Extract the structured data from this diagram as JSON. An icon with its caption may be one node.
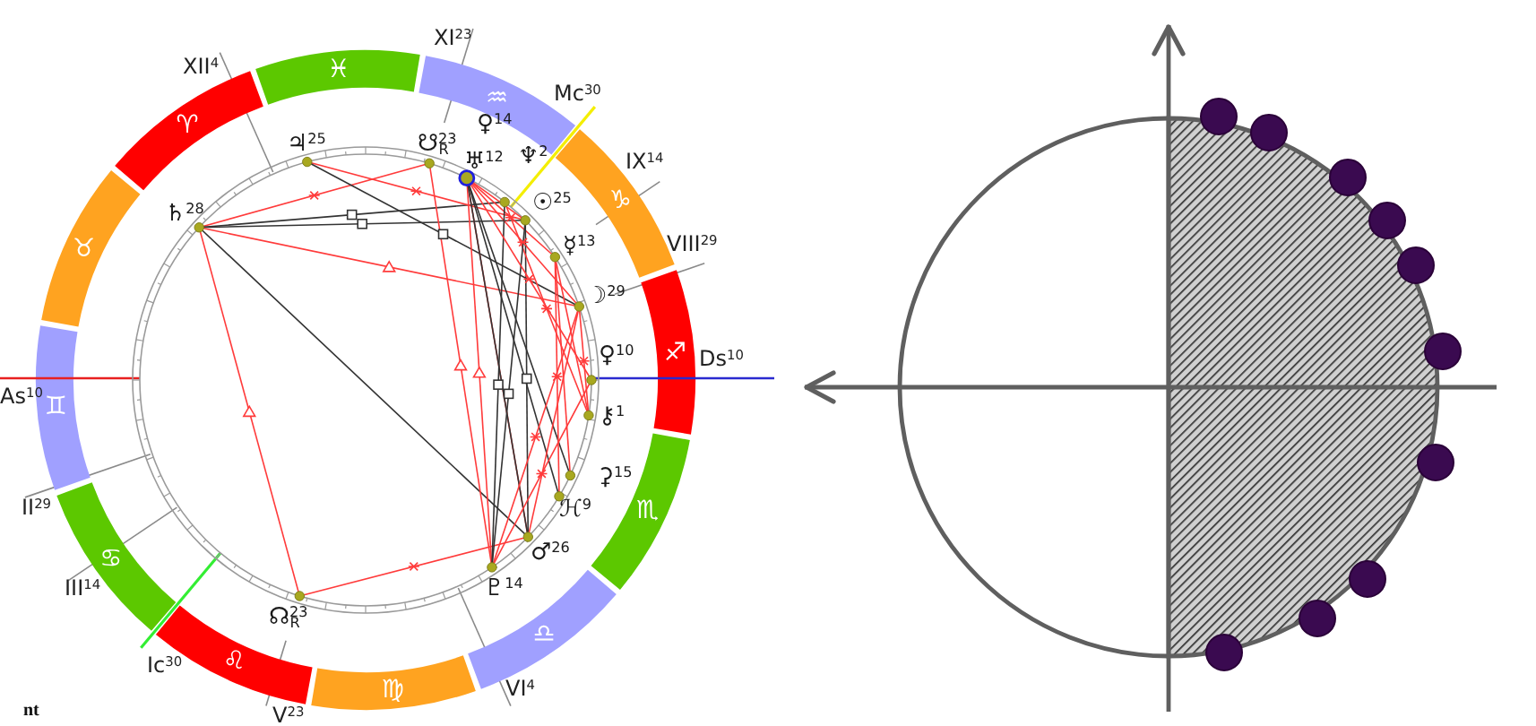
{
  "diagram": {
    "labels": [
      "XI$^{23}$",
      "XII$^{4}$",
      "♓",
      "♒",
      "Mc$^{30}$",
      "♈",
      "♃$^{25}$",
      "☋$^{23}$$_{R}$",
      "♀$^{14}$",
      "♅$^{12}$",
      "♆$^{2}$",
      "IX$^{14}$",
      "♄$^{28}$",
      "☉$^{25}$",
      "♑",
      "♉",
      "☿$^{13}$",
      "VIII$^{29}$",
      "☽$^{29}$",
      "♀$^{10}$",
      "♐",
      "Ds$^{10}$",
      "As$^{10}$",
      "♊",
      "⚷$^{1}$",
      "⚳$^{15}$",
      "II$^{29}$",
      "ℋ$^{9}$",
      "♏",
      "♋",
      "♂$^{26}$",
      "III$^{14}$",
      "♇$^{14}$",
      "☊$^{23}$$_{R}$",
      "♎",
      "Ic$^{30}$",
      "♌",
      "nt",
      "V$^{23}$",
      "♍",
      "VI$^{4}$"
    ]
  }
}
